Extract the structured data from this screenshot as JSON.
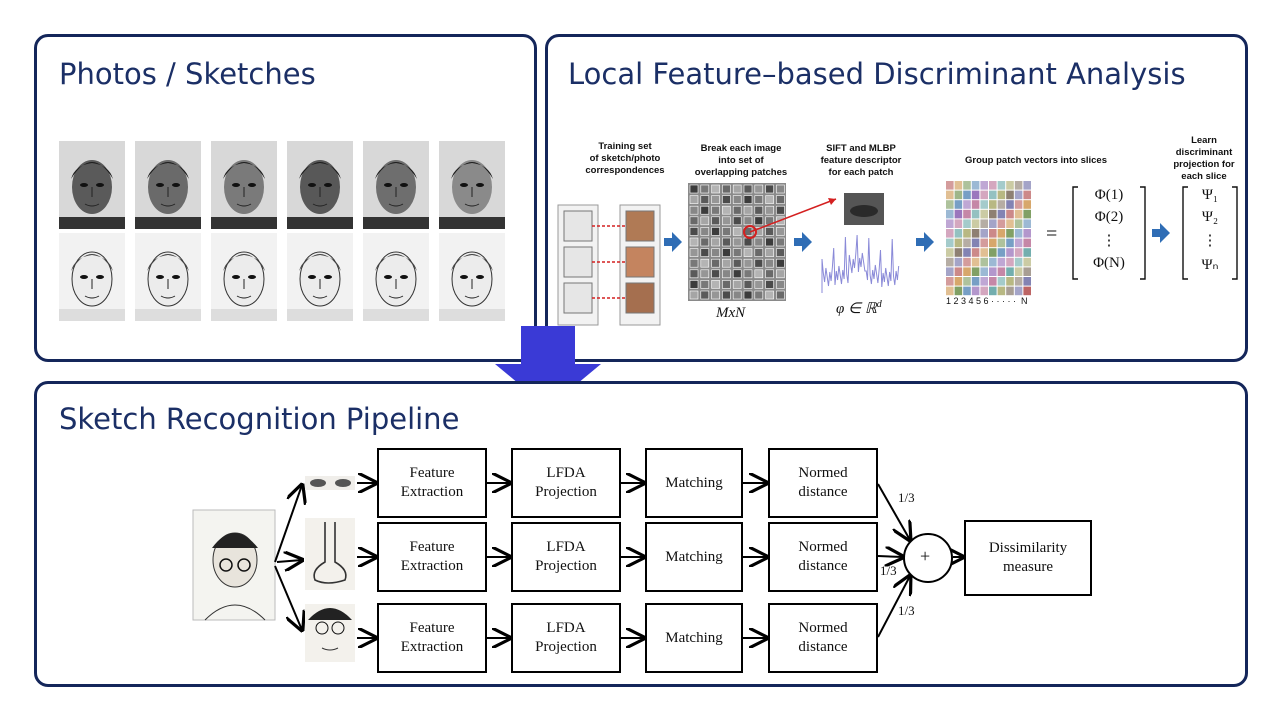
{
  "panels": {
    "photos": {
      "title": "Photos / Sketches"
    },
    "lfda": {
      "title": "Local Feature–based Discriminant Analysis",
      "step1": "Training set\nof sketch/photo\ncorrespondences",
      "step2": "Break  each image\ninto set of\noverlapping patches",
      "step3": "SIFT and MLBP\nfeature descriptor\nfor  each patch",
      "step4": "Group patch vectors  into slices",
      "step5": "Learn\ndiscriminant\nprojection for\neach slice",
      "grid_label": "MxN",
      "phi_label": "φ ∈ ℝ",
      "phi_sup": "d",
      "slice_axis": "1 2 3 4 5 6 · · · · ·  N",
      "equals": "=",
      "phi_vec": [
        "Φ(1)",
        "Φ(2)",
        "⋮",
        "Φ(N)"
      ],
      "psi_vec": [
        "Ψ₁",
        "Ψ₂",
        "⋮",
        "Ψₙ"
      ]
    },
    "pipeline": {
      "title": "Sketch Recognition Pipeline",
      "rows": [
        {
          "feature": "Feature\nExtraction",
          "projection": "LFDA\nProjection",
          "matching": "Matching",
          "distance": "Normed\ndistance",
          "weight": "1/3"
        },
        {
          "feature": "Feature\nExtraction",
          "projection": "LFDA\nProjection",
          "matching": "Matching",
          "distance": "Normed\ndistance",
          "weight": "1/3"
        },
        {
          "feature": "Feature\nExtraction",
          "projection": "LFDA\nProjection",
          "matching": "Matching",
          "distance": "Normed\ndistance",
          "weight": "1/3"
        }
      ],
      "sum_symbol": "+",
      "output": "Dissimilarity\nmeasure"
    }
  },
  "colors": {
    "border": "#14265a",
    "title": "#1b2f66",
    "arrow": "#3a3ad6",
    "step_arrow": "#2f6db5",
    "link": "#d42020"
  }
}
